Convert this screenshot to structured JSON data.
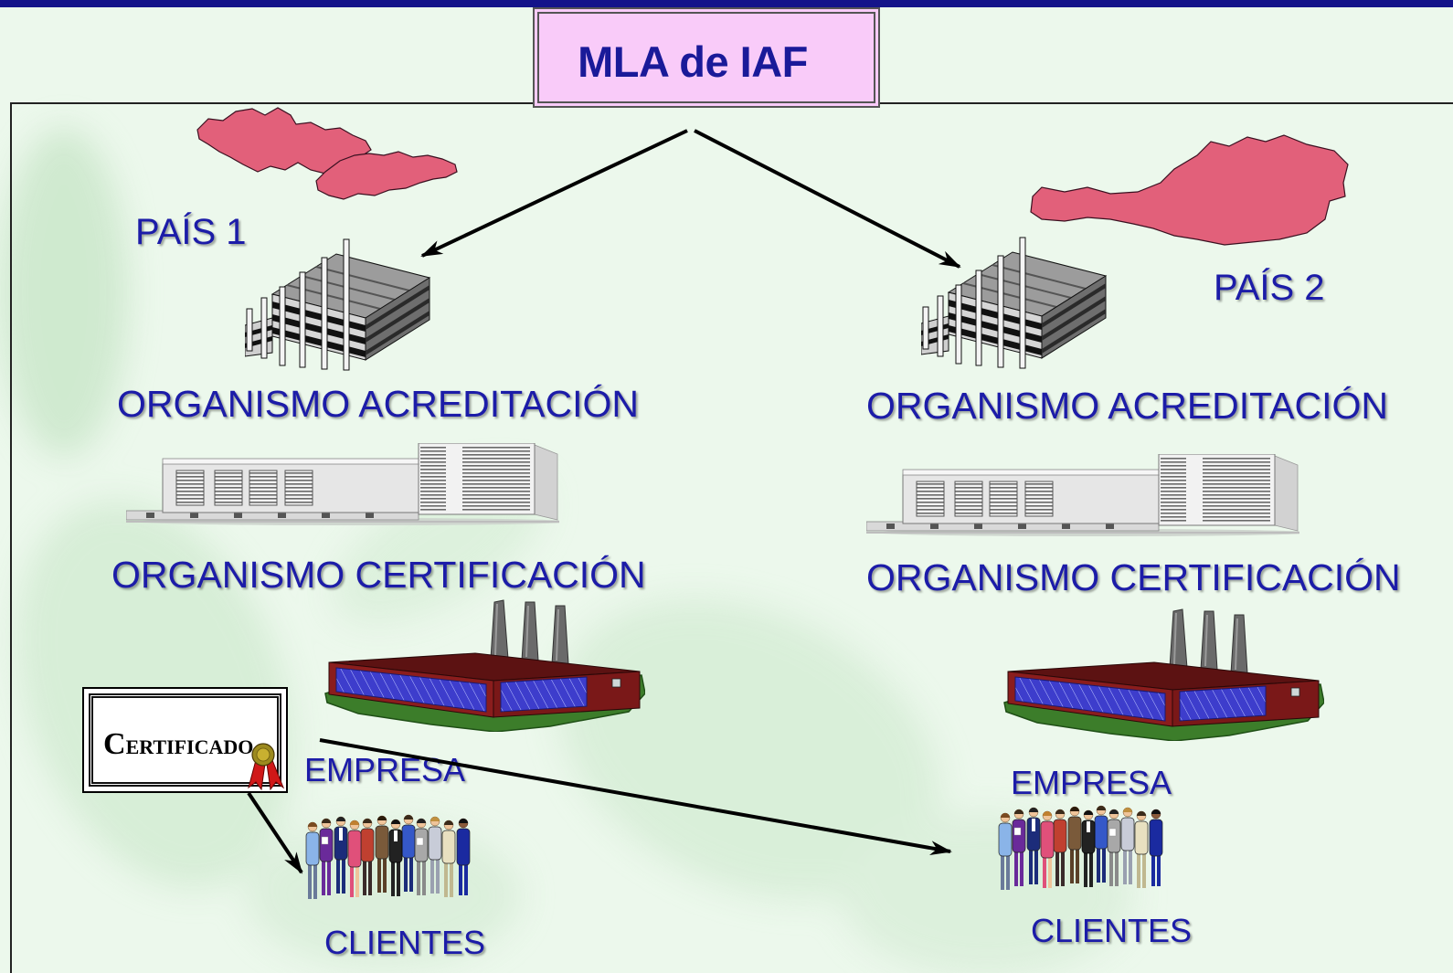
{
  "slide": {
    "title": "MLA de IAF",
    "colors": {
      "background": "#ecf8ec",
      "top_bar": "#14148a",
      "title_box": "#f9cbf9",
      "title_text": "#1a1a99",
      "label_text": "#1c1ca8",
      "map_fill": "#e2607a"
    }
  },
  "left_country": {
    "name": "PAÍS 1",
    "map_icon": "czechoslovakia-map-icon",
    "accreditation_label": "ORGANISMO ACREDITACIÓN",
    "accreditation_icon": "office-building-icon",
    "certification_label": "ORGANISMO CERTIFICACIÓN",
    "certification_icon": "warehouse-building-icon",
    "company_label": "EMPRESA",
    "company_icon": "factory-icon",
    "clients_label": "CLIENTES",
    "clients_icon": "people-group-icon"
  },
  "right_country": {
    "name": "PAÍS 2",
    "map_icon": "austria-map-icon",
    "accreditation_label": "ORGANISMO ACREDITACIÓN",
    "accreditation_icon": "office-building-icon",
    "certification_label": "ORGANISMO CERTIFICACIÓN",
    "certification_icon": "warehouse-building-icon",
    "company_label": "EMPRESA",
    "company_icon": "factory-icon",
    "clients_label": "CLIENTES",
    "clients_icon": "people-group-icon"
  },
  "certificate": {
    "label": "CERTIFICADO",
    "icon": "certificate-icon",
    "seal_icon": "award-ribbon-icon"
  }
}
